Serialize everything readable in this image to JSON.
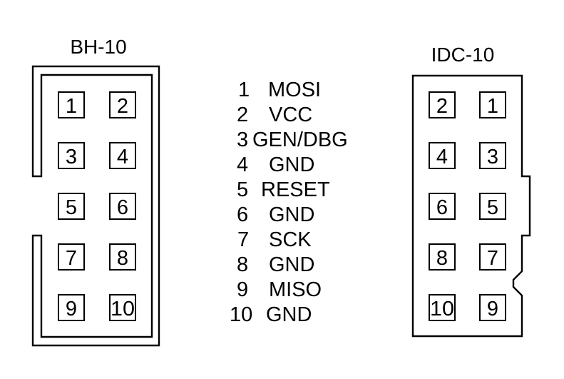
{
  "connectors": {
    "bh10": {
      "title": "BH-10",
      "rows": [
        [
          "1",
          "2"
        ],
        [
          "3",
          "4"
        ],
        [
          "5",
          "6"
        ],
        [
          "7",
          "8"
        ],
        [
          "9",
          "10"
        ]
      ]
    },
    "idc10": {
      "title": "IDC-10",
      "rows": [
        [
          "2",
          "1"
        ],
        [
          "4",
          "3"
        ],
        [
          "6",
          "5"
        ],
        [
          "8",
          "7"
        ],
        [
          "10",
          "9"
        ]
      ]
    }
  },
  "pinout": [
    {
      "pin": "1",
      "signal": "MOSI"
    },
    {
      "pin": "2",
      "signal": "VCC"
    },
    {
      "pin": "3",
      "signal": "GEN/DBG"
    },
    {
      "pin": "4",
      "signal": "GND"
    },
    {
      "pin": "5",
      "signal": "RESET"
    },
    {
      "pin": "6",
      "signal": "GND"
    },
    {
      "pin": "7",
      "signal": "SCK"
    },
    {
      "pin": "8",
      "signal": "GND"
    },
    {
      "pin": "9",
      "signal": "MISO"
    },
    {
      "pin": "10",
      "signal": "GND"
    }
  ]
}
